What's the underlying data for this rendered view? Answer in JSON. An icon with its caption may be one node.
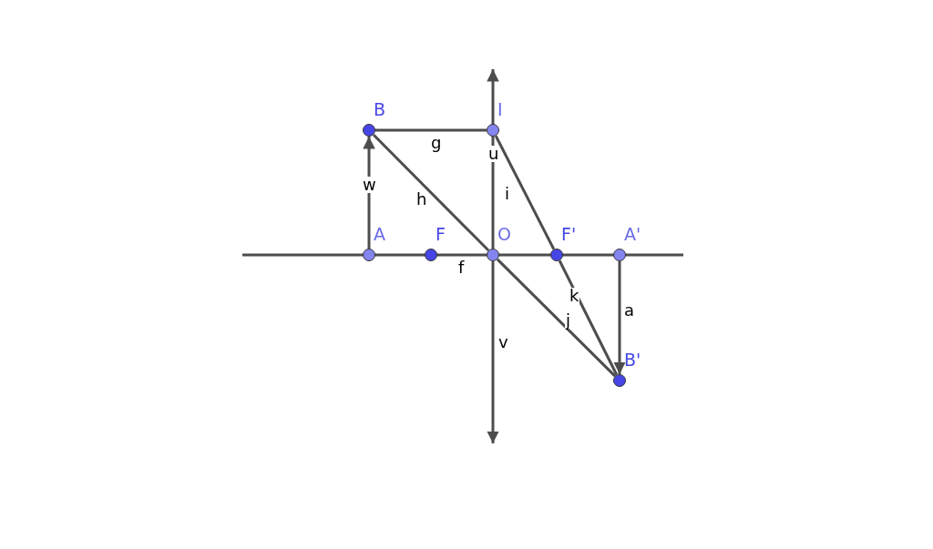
{
  "diagram": {
    "nodes": [
      {
        "text": [
          "B"
        ]
      },
      {
        "text": [
          "I"
        ]
      },
      {
        "text": [
          "A"
        ]
      },
      {
        "text": [
          "F"
        ]
      },
      {
        "text": [
          "O"
        ]
      },
      {
        "text": [
          "F'"
        ]
      },
      {
        "text": [
          "A'"
        ]
      },
      {
        "text": [
          "B'"
        ]
      }
    ],
    "edges": [
      {
        "from": 0,
        "to": 1,
        "arrow": "none",
        "label": "g"
      },
      {
        "from": 0,
        "to": 4,
        "arrow": "none",
        "label": "h"
      },
      {
        "from": 1,
        "to": 5,
        "arrow": "none",
        "label": "i"
      },
      {
        "from": 4,
        "to": null,
        "arrow": "to",
        "label": "u"
      },
      {
        "from": 4,
        "to": null,
        "arrow": "to",
        "label": "v"
      },
      {
        "from": 2,
        "to": 0,
        "arrow": "to",
        "label": "w"
      },
      {
        "from": 6,
        "to": 7,
        "arrow": "to",
        "label": "a"
      },
      {
        "from": 5,
        "to": 7,
        "arrow": "none",
        "label": "k"
      },
      {
        "from": 4,
        "to": 7,
        "arrow": "none",
        "label": "j"
      }
    ],
    "labels": [
      "f"
    ]
  }
}
